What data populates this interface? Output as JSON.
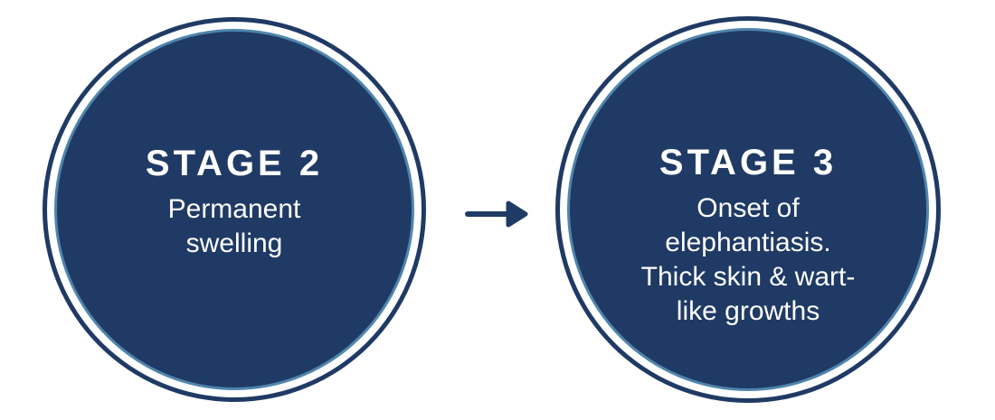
{
  "diagram": {
    "stages": [
      {
        "title": "STAGE 2",
        "lines": [
          "Permanent",
          "swelling"
        ]
      },
      {
        "title": "STAGE 3",
        "lines": [
          "Onset of",
          "elephantiasis.",
          "Thick skin & wart-",
          "like growths"
        ]
      }
    ],
    "arrow": {
      "direction": "right"
    }
  },
  "colors": {
    "navy": "#1f3a64",
    "light_blue": "#4f85ad",
    "text": "#ffffff",
    "background": "#ffffff"
  }
}
